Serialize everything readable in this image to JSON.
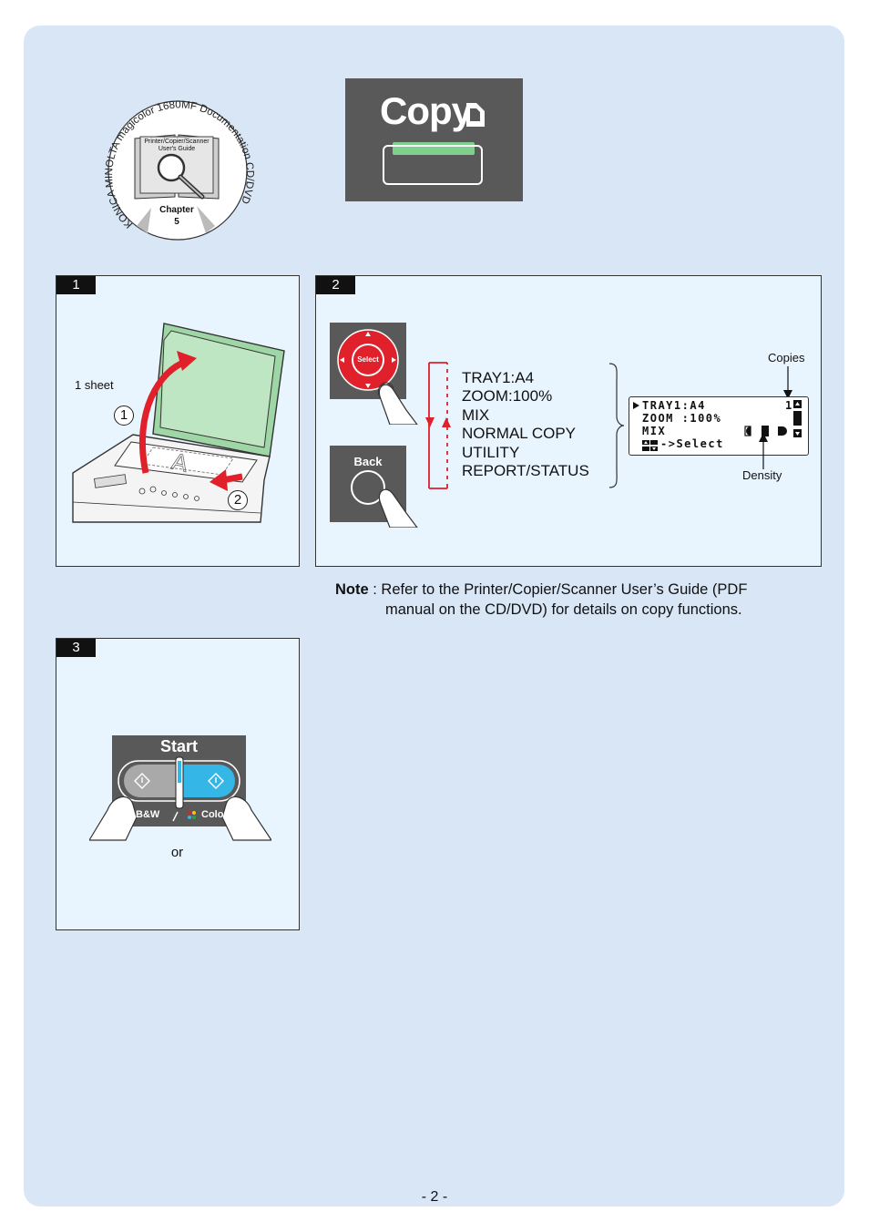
{
  "cd_badge": {
    "arc_text": "KONICA MINOLTA magicolor 1680MF Documentation CD/DVD",
    "book_line1": "Printer/Copier/Scanner",
    "book_line2": "User's Guide",
    "chapter_label": "Chapter",
    "chapter_number": "5"
  },
  "copy_key": {
    "label": "Copy",
    "led_color": "#7fcf8f"
  },
  "step1": {
    "number": "1",
    "sheet_label": "1 sheet",
    "circle1": "1",
    "circle2": "2"
  },
  "step2": {
    "number": "2",
    "select_label": "Select",
    "back_label": "Back",
    "menu_items": [
      "TRAY1:A4",
      "ZOOM:100%",
      "MIX",
      "NORMAL COPY",
      "UTILITY",
      "REPORT/STATUS"
    ],
    "lcd_lines": [
      "TRAY1:A4",
      "ZOOM :100%",
      "MIX",
      "->Select"
    ],
    "lcd_copies_value": "1",
    "copies_label": "Copies",
    "density_label": "Density"
  },
  "step3": {
    "number": "3",
    "start_label": "Start",
    "bw_label": "B&W",
    "color_label": "Color",
    "or_label": "or"
  },
  "note": {
    "label": "Note",
    "line1": ": Refer to the Printer/Copier/Scanner User’s Guide (PDF",
    "line2": "manual on the CD/DVD) for details on copy functions."
  },
  "page_number": "- 2 -",
  "colors": {
    "page_bg": "#d8e6f6",
    "panel_bg": "#e8f4fe",
    "accent_red": "#e0202a",
    "key_gray": "#595959",
    "color_button_blue": "#34b6e6"
  }
}
